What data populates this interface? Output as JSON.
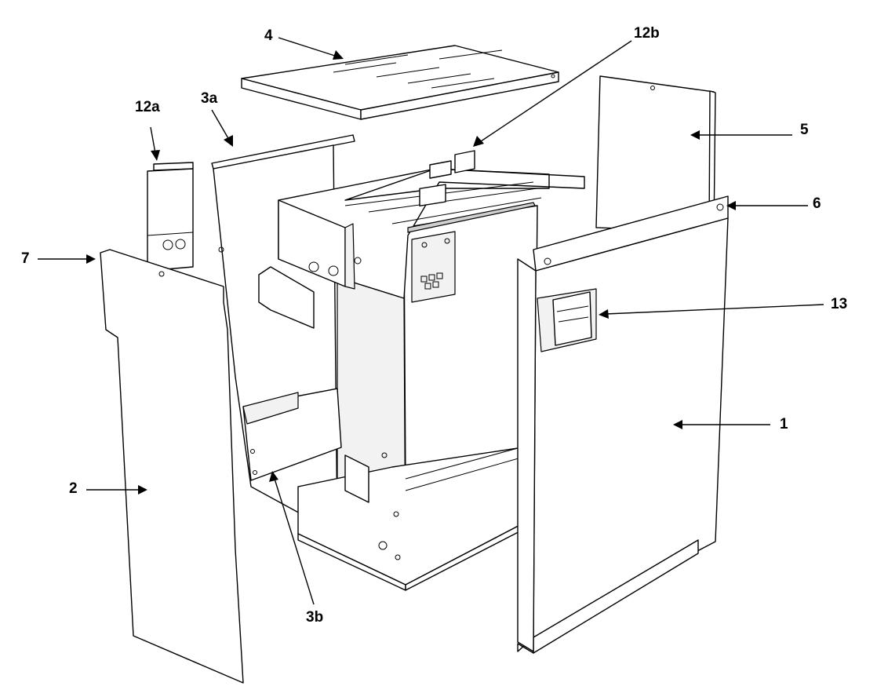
{
  "callouts": [
    {
      "id": "c4",
      "text": "4"
    },
    {
      "id": "c12b",
      "text": "12b"
    },
    {
      "id": "c12a",
      "text": "12a"
    },
    {
      "id": "c3a",
      "text": "3a"
    },
    {
      "id": "c5",
      "text": "5"
    },
    {
      "id": "c6",
      "text": "6"
    },
    {
      "id": "c7",
      "text": "7"
    },
    {
      "id": "c13",
      "text": "13"
    },
    {
      "id": "c1",
      "text": "1"
    },
    {
      "id": "c2",
      "text": "2"
    },
    {
      "id": "c3b",
      "text": "3b"
    }
  ]
}
